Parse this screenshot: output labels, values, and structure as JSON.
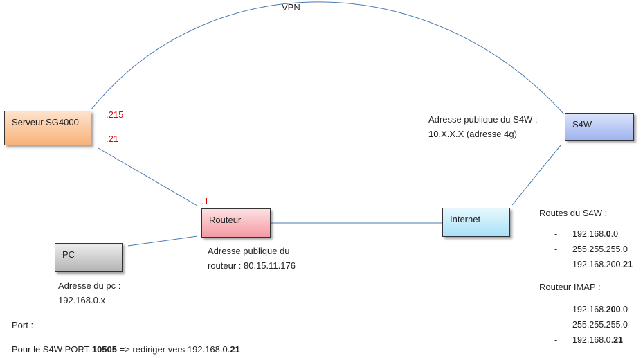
{
  "vpn_label": "VPN",
  "nodes": {
    "serveur": {
      "label": "Serveur SG4000"
    },
    "s4w": {
      "label": "S4W"
    },
    "routeur": {
      "label": "Routeur"
    },
    "internet": {
      "label": "Internet"
    },
    "pc": {
      "label": "PC"
    }
  },
  "ips": {
    "serveur_vpn": ".215",
    "serveur_lan": ".21",
    "routeur_lan": ".1"
  },
  "s4w_public": {
    "line1": "Adresse publique du S4W :",
    "line2_bold": "10",
    "line2_rest": ".X.X.X (adresse 4g)"
  },
  "routeur_public": {
    "line1": "Adresse publique du",
    "line2": "routeur : 80.15.11.176"
  },
  "pc_address": {
    "line1": "Adresse du pc :",
    "line2": "192.168.0.x"
  },
  "routes_s4w": {
    "title": "Routes du S4W :",
    "items": [
      {
        "dash": "-",
        "pre": "192.168.",
        "bold": "0",
        "post": ".0"
      },
      {
        "dash": "-",
        "pre": "255.255.255.0",
        "bold": "",
        "post": ""
      },
      {
        "dash": "-",
        "pre": "192.168.200.",
        "bold": "21",
        "post": ""
      }
    ]
  },
  "routeur_imap": {
    "title": "Routeur IMAP :",
    "items": [
      {
        "dash": "-",
        "pre": "192.168.",
        "bold": "200",
        "post": ".0"
      },
      {
        "dash": "-",
        "pre": "255.255.255.0",
        "bold": "",
        "post": ""
      },
      {
        "dash": "-",
        "pre": "192.168.0.",
        "bold": "21",
        "post": ""
      }
    ]
  },
  "port": {
    "title": "Port :",
    "line_pre": "Pour le S4W PORT ",
    "line_bold1": "10505",
    "line_mid": " => rediriger vers 192.168.0.",
    "line_bold2": "21"
  },
  "colors": {
    "line": "#4a7ab0",
    "ip_red": "#e00000",
    "serveur_fill": "#fbc79b",
    "s4w_fill": "#b7c8f3",
    "routeur_fill": "#f7b9be",
    "internet_fill": "#c4ecfb",
    "pc_fill": "#cfcfcf"
  }
}
